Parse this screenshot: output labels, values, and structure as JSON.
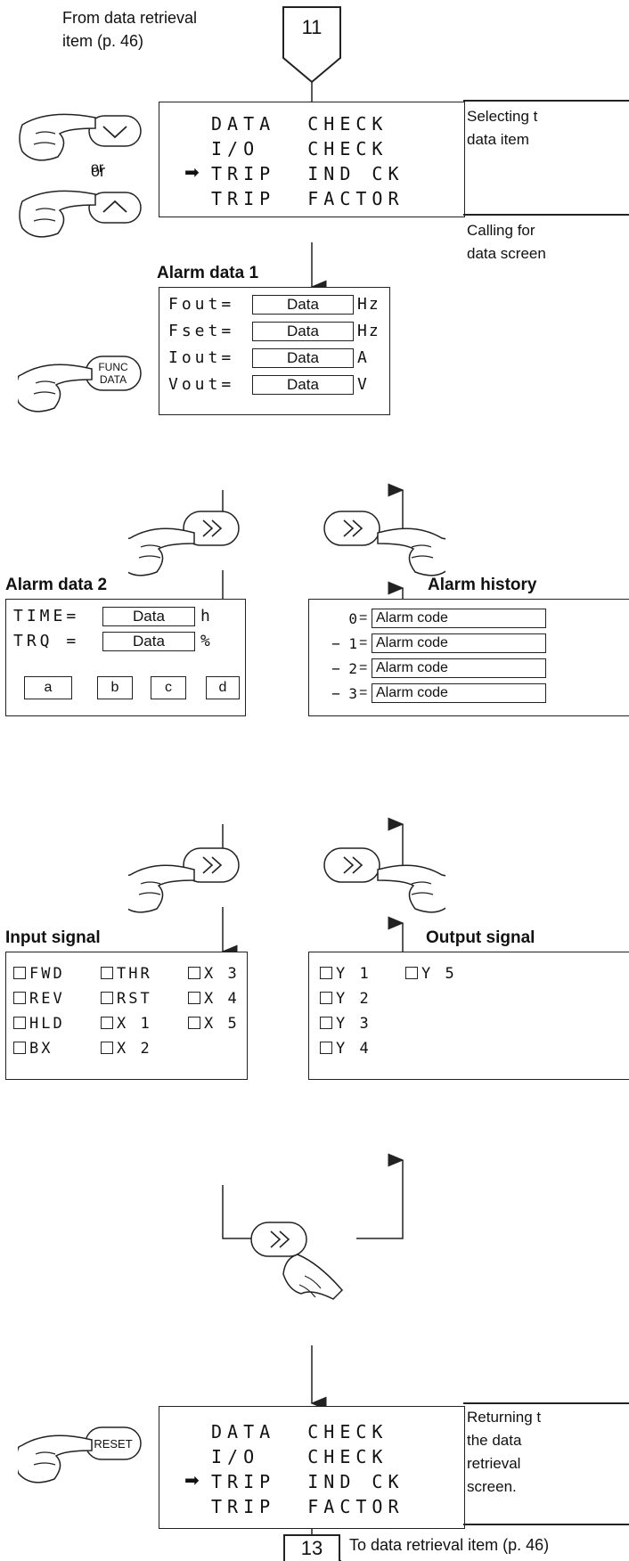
{
  "top_note": [
    "From data retrieval",
    "item (p. 46)"
  ],
  "start_step": "11",
  "end_step": "13",
  "end_note": "To data retrieval item (p. 46)",
  "or_label": "or",
  "menu": {
    "lines": [
      "DATA  CHECK",
      "I/O   CHECK",
      "TRIP  IND CK",
      "TRIP  FACTOR"
    ],
    "selected_marker": "➡"
  },
  "side_notes": {
    "select": [
      "Selecting t",
      "data item"
    ],
    "calling": [
      "Calling for",
      "data screen"
    ],
    "returning": [
      "Returning t",
      "the data",
      "retrieval",
      "screen."
    ]
  },
  "keys": {
    "func_data": [
      "FUNC",
      "DATA"
    ],
    "reset": "RESET"
  },
  "alarm1": {
    "title": "Alarm data 1",
    "rows": [
      {
        "label": "Fout=",
        "value": "Data",
        "unit": "Hz"
      },
      {
        "label": "Fset=",
        "value": "Data",
        "unit": "Hz"
      },
      {
        "label": "Iout=",
        "value": "Data",
        "unit": "A"
      },
      {
        "label": "Vout=",
        "value": "Data",
        "unit": "V"
      }
    ]
  },
  "alarm2": {
    "title": "Alarm data 2",
    "rows": [
      {
        "label": "TIME=",
        "value": "Data",
        "unit": "h"
      },
      {
        "label": "TRQ =",
        "value": "Data",
        "unit": "%"
      }
    ],
    "buttons": [
      "a",
      "b",
      "c",
      "d"
    ]
  },
  "history": {
    "title": "Alarm history",
    "rows": [
      {
        "index": "0",
        "value": "Alarm  code"
      },
      {
        "index": "− 1",
        "value": "Alarm  code"
      },
      {
        "index": "− 2",
        "value": "Alarm  code"
      },
      {
        "index": "− 3",
        "value": "Alarm  code"
      }
    ]
  },
  "input_signal": {
    "title": "Input signal",
    "col1": [
      "FWD",
      "REV",
      "HLD",
      "BX"
    ],
    "col2": [
      "THR",
      "RST",
      "X 1",
      "X 2"
    ],
    "col3": [
      "X 3",
      "X 4",
      "X 5"
    ]
  },
  "output_signal": {
    "title": "Output signal",
    "col1": [
      "Y 1",
      "Y 2",
      "Y 3",
      "Y 4"
    ],
    "col2": [
      "Y 5"
    ]
  }
}
